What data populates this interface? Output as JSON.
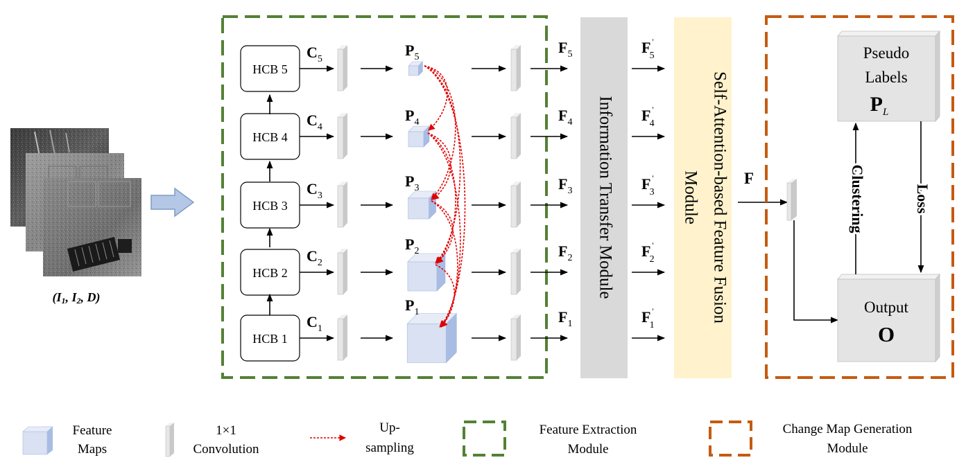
{
  "input": {
    "caption_open": "(",
    "caption_i1": "I",
    "caption_i1_sub": "1",
    "caption_sep1": ", ",
    "caption_i2": "I",
    "caption_i2_sub": "2",
    "caption_sep2": ", ",
    "caption_d": "D",
    "caption_close": ")"
  },
  "hcb_blocks": [
    {
      "label": "HCB 5",
      "c_main": "C",
      "c_sub": "5",
      "p_main": "P",
      "p_sub": "5",
      "f_main": "F",
      "f_sub": "5",
      "fp_main": "F",
      "fp_sub": "5",
      "fp_prime": "'"
    },
    {
      "label": "HCB 4",
      "c_main": "C",
      "c_sub": "4",
      "p_main": "P",
      "p_sub": "4",
      "f_main": "F",
      "f_sub": "4",
      "fp_main": "F",
      "fp_sub": "4",
      "fp_prime": "'"
    },
    {
      "label": "HCB 3",
      "c_main": "C",
      "c_sub": "3",
      "p_main": "P",
      "p_sub": "3",
      "f_main": "F",
      "f_sub": "3",
      "fp_main": "F",
      "fp_sub": "3",
      "fp_prime": "'"
    },
    {
      "label": "HCB 2",
      "c_main": "C",
      "c_sub": "2",
      "p_main": "P",
      "p_sub": "2",
      "f_main": "F",
      "f_sub": "2",
      "fp_main": "F",
      "fp_sub": "2",
      "fp_prime": "'"
    },
    {
      "label": "HCB 1",
      "c_main": "C",
      "c_sub": "1",
      "p_main": "P",
      "p_sub": "1",
      "f_main": "F",
      "f_sub": "1",
      "fp_main": "F",
      "fp_sub": "1",
      "fp_prime": "'"
    }
  ],
  "itm_label": "Information Transfer Module",
  "safm_label_line1": "Self-Attention-based Feature Fusion",
  "safm_label_line2": "Module",
  "fused_feature_label": "F",
  "change_map": {
    "pseudo_line1": "Pseudo",
    "pseudo_line2": "Labels",
    "pseudo_symbol": "P",
    "pseudo_symbol_sub": "L",
    "clustering_label": "Clustering",
    "loss_label": "Loss",
    "output_line1": "Output",
    "output_symbol": "O"
  },
  "legend": {
    "feature_maps_line1": "Feature",
    "feature_maps_line2": "Maps",
    "conv_line1": "1×1",
    "conv_line2": "Convolution",
    "upsampling_line1": "Up-",
    "upsampling_line2": "sampling",
    "fem_line1": "Feature Extraction",
    "fem_line2": "Module",
    "cmg_line1": "Change Map Generation",
    "cmg_line2": "Module"
  },
  "colors": {
    "feature_extraction_border": "#538135",
    "change_map_border": "#C55A11",
    "itm_fill": "#D9D9D9",
    "safm_fill": "#FFF2CC",
    "upsampling_arrow": "#E00000",
    "feature_cube_front": "#D9E1F2",
    "feature_cube_side": "#A9BCE4",
    "feature_cube_top": "#E7ECF7",
    "conv_front": "#E7E7E7",
    "conv_side": "#C9C9C9",
    "box_gray": "#E4E4E4",
    "input_arrow_fill": "#B4C7E7",
    "input_arrow_stroke": "#7F9CC6"
  }
}
